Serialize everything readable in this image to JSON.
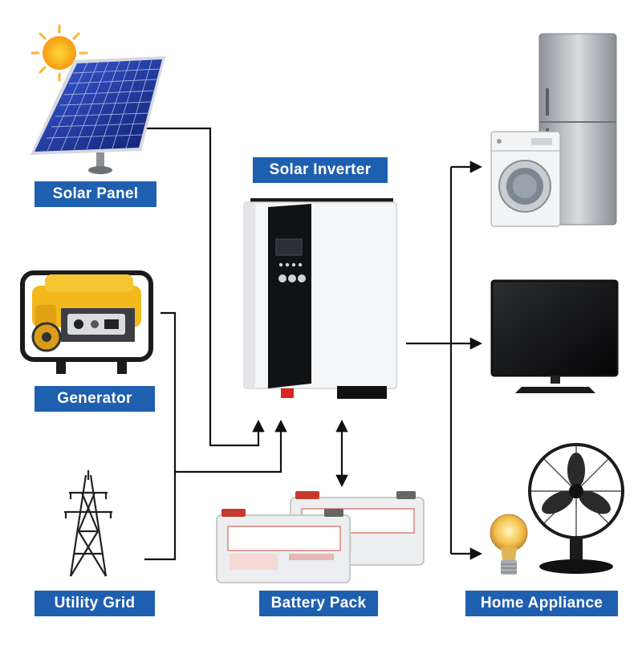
{
  "labels": {
    "solar_panel": "Solar Panel",
    "generator": "Generator",
    "utility_grid": "Utility Grid",
    "solar_inverter": "Solar Inverter",
    "battery_pack": "Battery Pack",
    "home_appliance": "Home Appliance"
  },
  "icons": {
    "sun": "sun-icon",
    "solar_panel": "solar-panel-icon",
    "generator": "generator-icon",
    "transmission_tower": "transmission-tower-icon",
    "inverter": "inverter-device",
    "battery": "battery-icon",
    "fridge": "refrigerator-icon",
    "washer": "washing-machine-icon",
    "tv": "television-icon",
    "fan": "fan-icon",
    "bulb": "light-bulb-icon"
  },
  "colors": {
    "label_bg": "#1f5fb0",
    "label_text": "#ffffff",
    "line": "#111111",
    "generator_yellow": "#f2b81c",
    "sun": "#f9a51a"
  }
}
